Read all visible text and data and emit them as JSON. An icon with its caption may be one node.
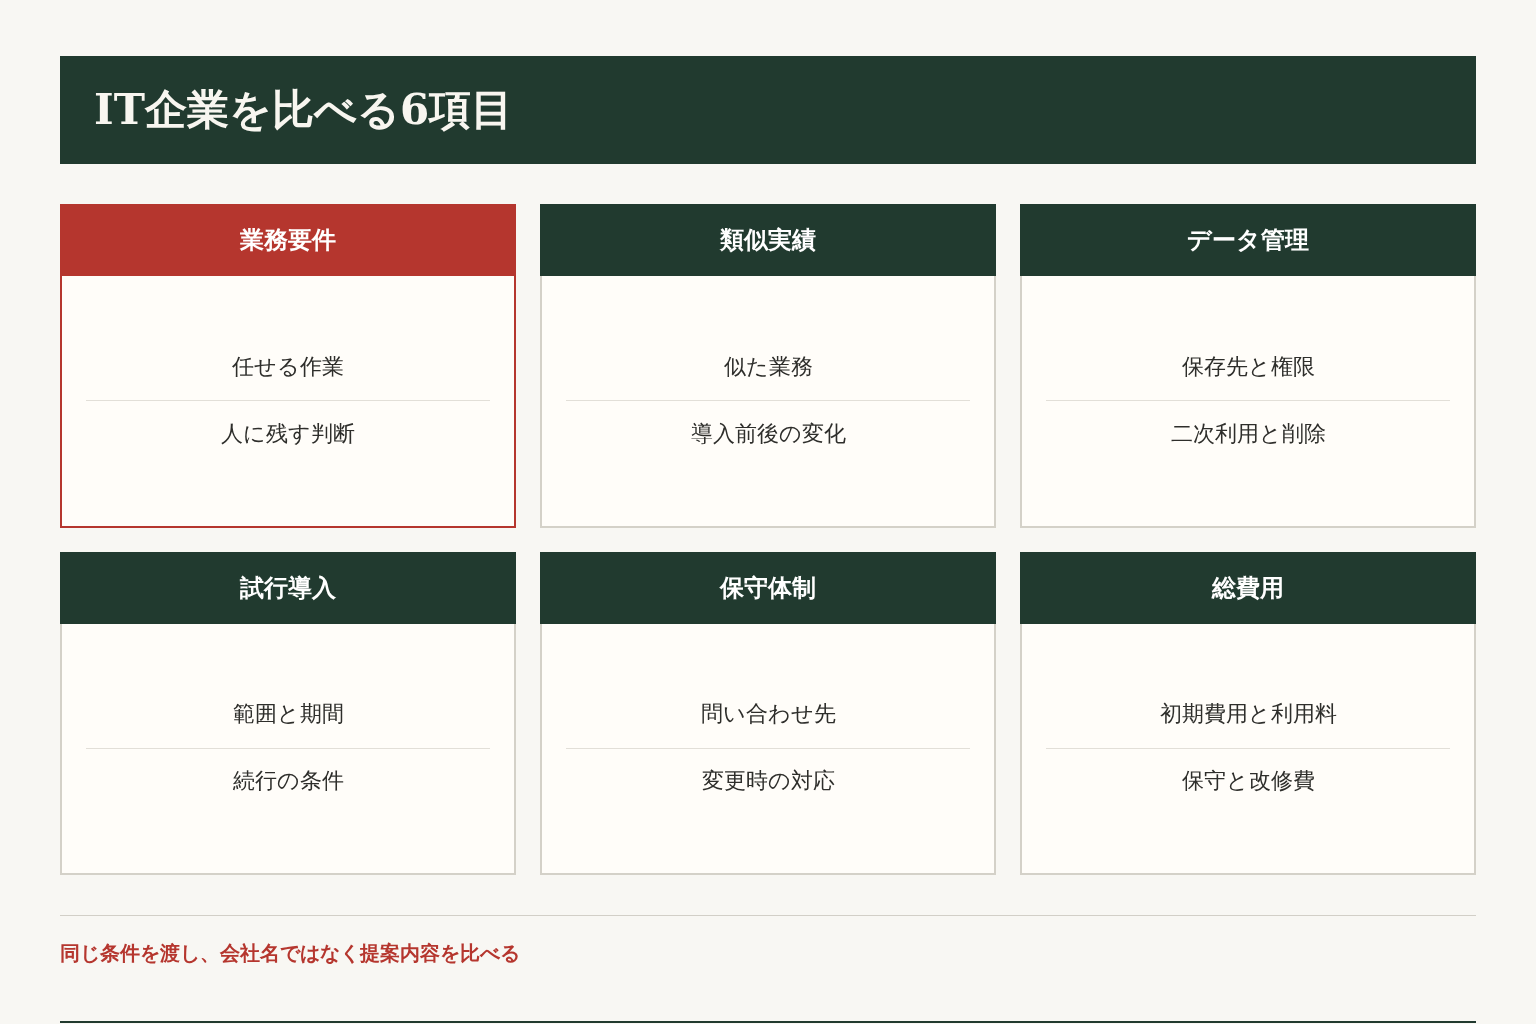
{
  "diagram": {
    "title": "IT企業を比べる6項目",
    "nodes": [
      {
        "text": [
          "業務要件",
          "任せる作業",
          "人に残す判断"
        ]
      },
      {
        "text": [
          "類似実績",
          "似た業務",
          "導入前後の変化"
        ]
      },
      {
        "text": [
          "データ管理",
          "保存先と権限",
          "二次利用と削除"
        ]
      },
      {
        "text": [
          "試行導入",
          "範囲と期間",
          "続行の条件"
        ]
      },
      {
        "text": [
          "保守体制",
          "問い合わせ先",
          "変更時の対応"
        ]
      },
      {
        "text": [
          "総費用",
          "初期費用と利用料",
          "保守と改修費"
        ]
      }
    ],
    "edges": [],
    "caption": "同じ条件を渡し、会社名ではなく提案内容を比べる"
  }
}
